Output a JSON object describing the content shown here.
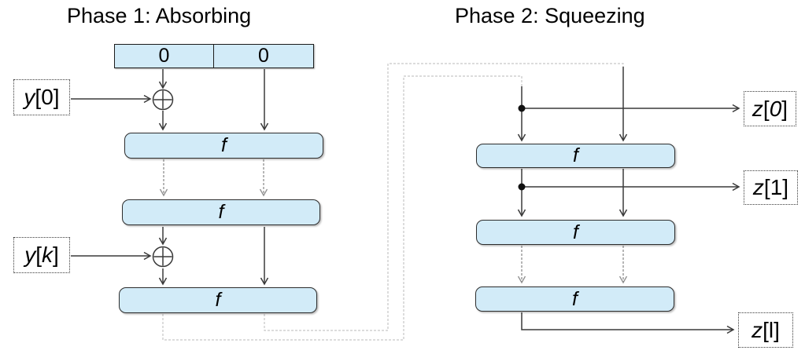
{
  "titles": {
    "phase1": "Phase 1: Absorbing",
    "phase2": "Phase 2: Squeezing"
  },
  "register": {
    "cells": [
      "0",
      "0"
    ]
  },
  "f_boxes": {
    "absorb": [
      "f",
      "f",
      "f"
    ],
    "squeeze": [
      "f",
      "f",
      "f"
    ]
  },
  "io_labels": {
    "y0": {
      "var": "y",
      "open": "[",
      "idx": "0",
      "close": "]"
    },
    "yk": {
      "var": "y",
      "open": "[",
      "idx": "k",
      "close": "]"
    },
    "z0": {
      "var": "z",
      "open": "[",
      "idx": "0",
      "close": "]"
    },
    "z1": {
      "var": "z",
      "open": "[",
      "idx": "1",
      "close": "]"
    },
    "zl": {
      "var": "z",
      "open": "[",
      "idx": "l",
      "close": "]"
    }
  },
  "icons": {
    "xor": "circle-plus-xor",
    "junction": "filled-junction-dot",
    "arrowhead": "open-v-arrowhead"
  },
  "colors": {
    "box_fill": "#d2ebf8",
    "box_border": "#2d2d2d",
    "arrow": "#3a3a3a",
    "faded_arrow": "#8f8f8f",
    "wrap_line": "#c6c6c6",
    "text": "#000000"
  }
}
